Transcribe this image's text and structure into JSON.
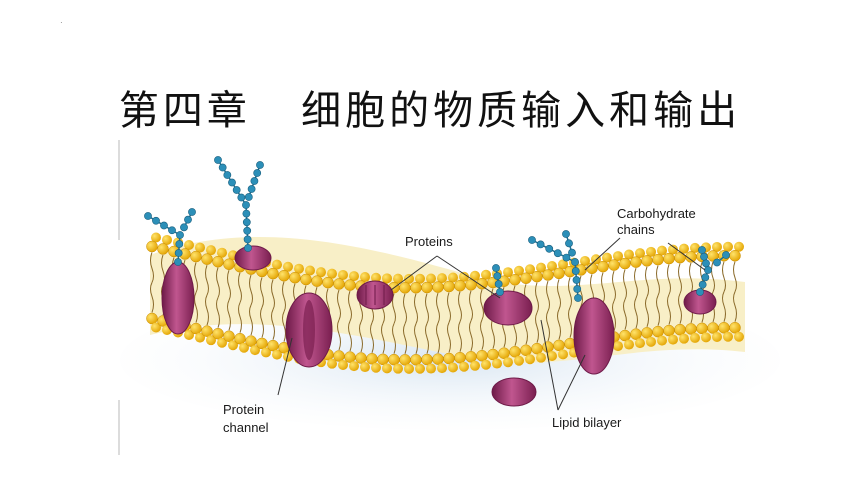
{
  "slide": {
    "title": "第四章   细胞的物质输入和输出"
  },
  "diagram": {
    "labels": {
      "proteins": "Proteins",
      "carbohydrate_line1": "Carbohydrate",
      "carbohydrate_line2": "chains",
      "protein_channel_line1": "Protein",
      "protein_channel_line2": "channel",
      "lipid_bilayer": "Lipid bilayer"
    },
    "colors": {
      "lipid_head": "#f2b800",
      "lipid_head_highlight": "#ffe36b",
      "bilayer_core": "#f8efc7",
      "protein": "#9c2f6b",
      "protein_dark": "#6e1a48",
      "carbohydrate": "#2c8fb8",
      "background_glow": "#d9e6f2"
    }
  }
}
